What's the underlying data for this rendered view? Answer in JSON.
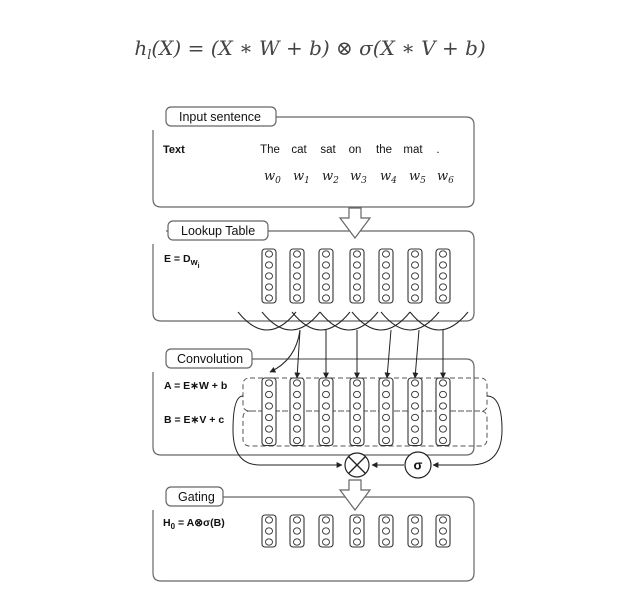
{
  "formula": {
    "lhs": "h",
    "lhs_sub": "l",
    "rest": "(X) = (X ∗ W + b) ⊗ σ(X ∗ V + b)"
  },
  "input_panel": {
    "title": "Input sentence",
    "row_label": "Text",
    "words": [
      "The",
      "cat",
      "sat",
      "on",
      "the",
      "mat",
      "."
    ],
    "word_symbol": "w",
    "word_indices": [
      "0",
      "1",
      "2",
      "3",
      "4",
      "5",
      "6"
    ]
  },
  "lookup_panel": {
    "title": "Lookup Table",
    "equation_main": "E = D",
    "equation_sub": "w",
    "equation_subsub": "i"
  },
  "conv_panel": {
    "title": "Convolution",
    "eq_a": "A = E∗W + b",
    "eq_b": "B = E∗V + c"
  },
  "gating_panel": {
    "title": "Gating",
    "eq_main": "H",
    "eq_sub": "0",
    "eq_rest": " = A⊗σ(B)"
  },
  "operators": {
    "sigma": "σ"
  }
}
